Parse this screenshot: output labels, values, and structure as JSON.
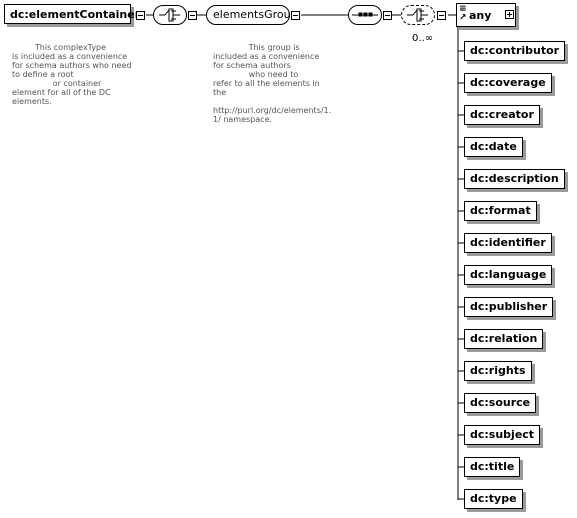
{
  "root_element": {
    "label": "dc:elementContainer"
  },
  "root_description": "         This complexType\nis included as a convenience\nfor schema authors who need\nto define a root\n                or container\nelement for all of the DC\nelements.",
  "group": {
    "label": "elementsGroup"
  },
  "group_description": "              This group is\nincluded as a convenience\nfor schema authors\n              who need to\nrefer to all the elements in\nthe\n\nhttp://purl.org/dc/elements/1.\n1/ namespace.",
  "choice_occurrence": "0..∞",
  "any_element": {
    "label": "any"
  },
  "elements": [
    "dc:contributor",
    "dc:coverage",
    "dc:creator",
    "dc:date",
    "dc:description",
    "dc:format",
    "dc:identifier",
    "dc:language",
    "dc:publisher",
    "dc:relation",
    "dc:rights",
    "dc:source",
    "dc:subject",
    "dc:title",
    "dc:type"
  ]
}
